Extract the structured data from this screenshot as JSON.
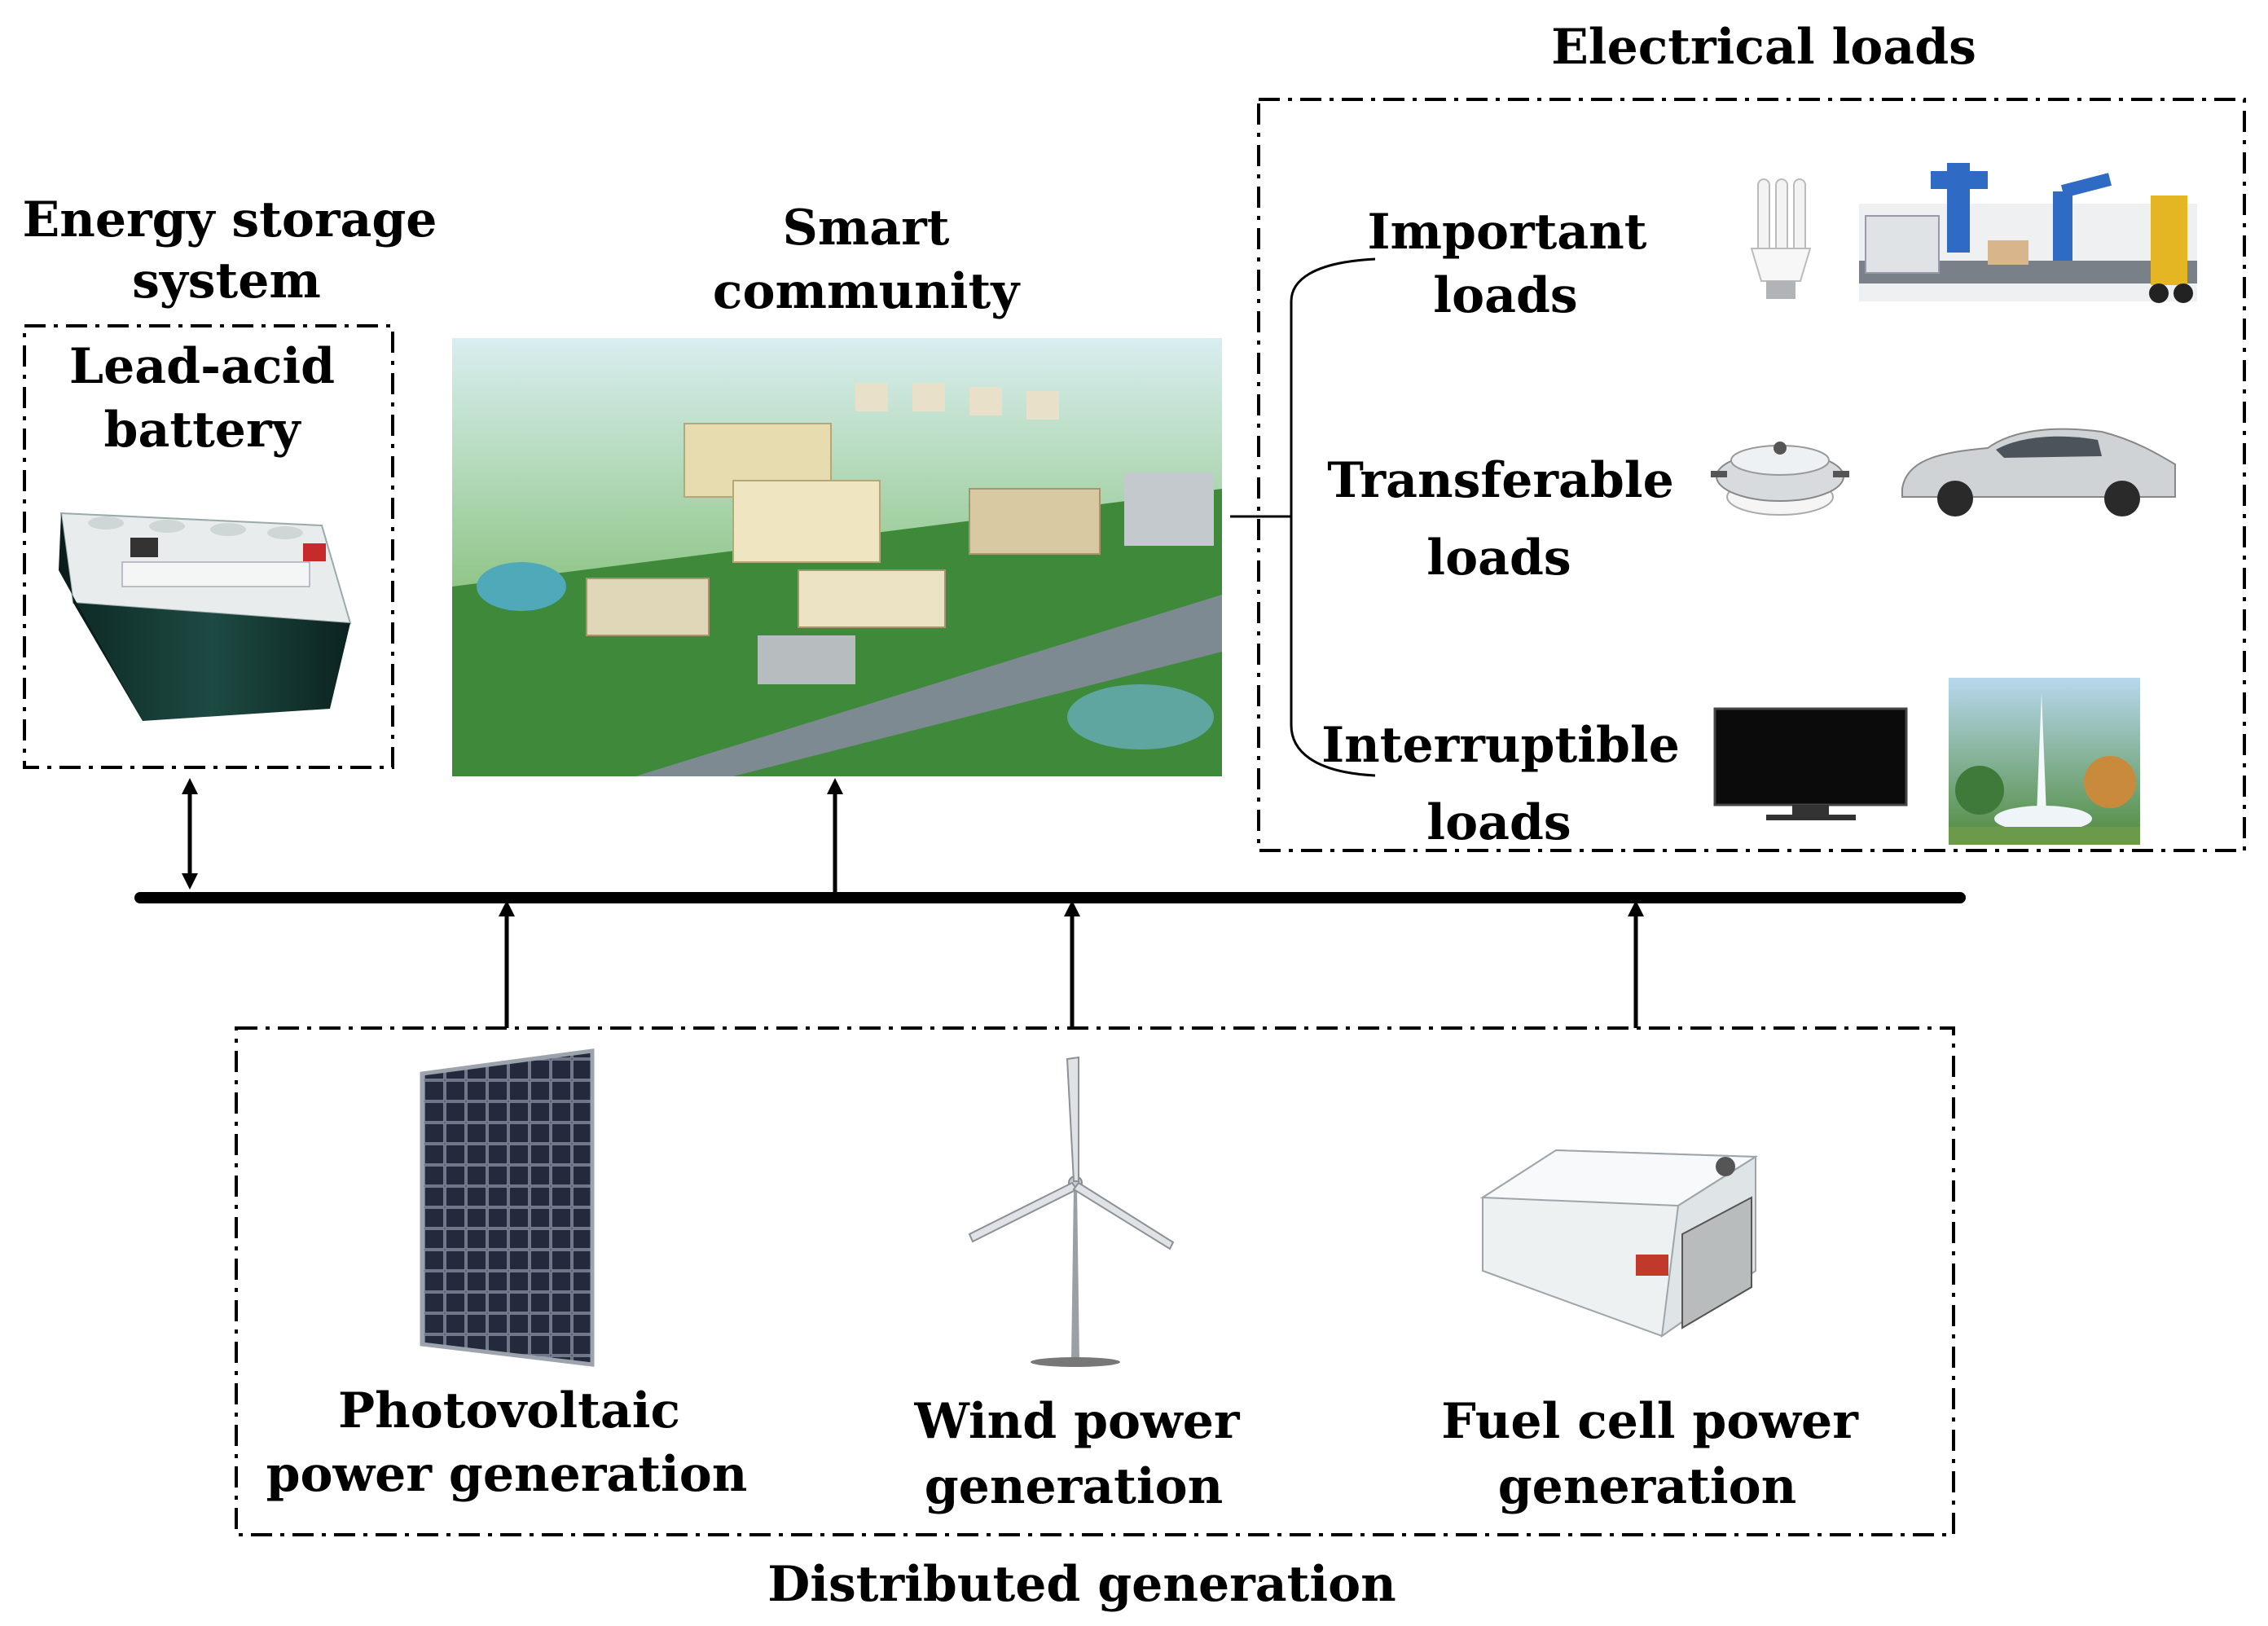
{
  "electrical_loads": {
    "title": "Electrical loads",
    "important": {
      "line1": "Important",
      "line2": "loads"
    },
    "transferable": {
      "line1": "Transferable",
      "line2": "loads"
    },
    "interruptible": {
      "line1": "Interruptible",
      "line2": "loads"
    }
  },
  "energy_storage": {
    "title_line1": "Energy storage",
    "title_line2": "system",
    "battery_line1": "Lead-acid",
    "battery_line2": "battery"
  },
  "smart_community": {
    "line1": "Smart",
    "line2": "community"
  },
  "distributed_generation": {
    "title": "Distributed generation",
    "pv": {
      "line1": "Photovoltaic",
      "line2": "power generation"
    },
    "wind": {
      "line1": "Wind power",
      "line2": "generation"
    },
    "fuel_cell": {
      "line1": "Fuel cell power",
      "line2": "generation"
    }
  },
  "colors": {
    "line": "#000000",
    "background": "#ffffff"
  }
}
